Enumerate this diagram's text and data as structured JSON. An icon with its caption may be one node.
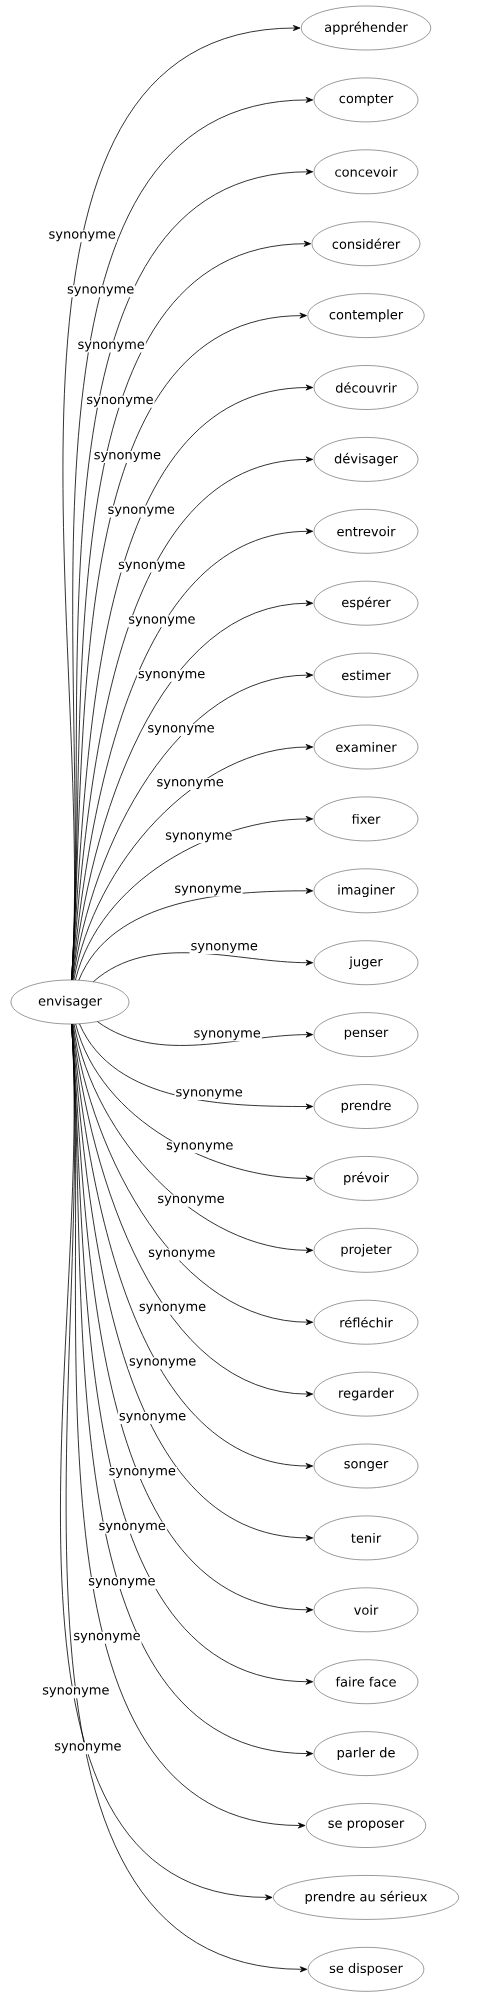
{
  "diagram": {
    "nodes": [
      {
        "text": [
          "envisager"
        ]
      },
      {
        "text": [
          "appréhender"
        ]
      },
      {
        "text": [
          "compter"
        ]
      },
      {
        "text": [
          "concevoir"
        ]
      },
      {
        "text": [
          "considérer"
        ]
      },
      {
        "text": [
          "contempler"
        ]
      },
      {
        "text": [
          "découvrir"
        ]
      },
      {
        "text": [
          "dévisager"
        ]
      },
      {
        "text": [
          "entrevoir"
        ]
      },
      {
        "text": [
          "espérer"
        ]
      },
      {
        "text": [
          "estimer"
        ]
      },
      {
        "text": [
          "examiner"
        ]
      },
      {
        "text": [
          "fixer"
        ]
      },
      {
        "text": [
          "imaginer"
        ]
      },
      {
        "text": [
          "juger"
        ]
      },
      {
        "text": [
          "penser"
        ]
      },
      {
        "text": [
          "prendre"
        ]
      },
      {
        "text": [
          "prévoir"
        ]
      },
      {
        "text": [
          "projeter"
        ]
      },
      {
        "text": [
          "réfléchir"
        ]
      },
      {
        "text": [
          "regarder"
        ]
      },
      {
        "text": [
          "songer"
        ]
      },
      {
        "text": [
          "tenir"
        ]
      },
      {
        "text": [
          "voir"
        ]
      },
      {
        "text": [
          "faire face"
        ]
      },
      {
        "text": [
          "parler de"
        ]
      },
      {
        "text": [
          "se proposer"
        ]
      },
      {
        "text": [
          "prendre au sérieux"
        ]
      },
      {
        "text": [
          "se disposer"
        ]
      }
    ],
    "edges": [
      {
        "from": 0,
        "to": 1,
        "arrow": "to",
        "label": "synonyme"
      },
      {
        "from": 0,
        "to": 2,
        "arrow": "to",
        "label": "synonyme"
      },
      {
        "from": 0,
        "to": 3,
        "arrow": "to",
        "label": "synonyme"
      },
      {
        "from": 0,
        "to": 4,
        "arrow": "to",
        "label": "synonyme"
      },
      {
        "from": 0,
        "to": 5,
        "arrow": "to",
        "label": "synonyme"
      },
      {
        "from": 0,
        "to": 6,
        "arrow": "to",
        "label": "synonyme"
      },
      {
        "from": 0,
        "to": 7,
        "arrow": "to",
        "label": "synonyme"
      },
      {
        "from": 0,
        "to": 8,
        "arrow": "to",
        "label": "synonyme"
      },
      {
        "from": 0,
        "to": 9,
        "arrow": "to",
        "label": "synonyme"
      },
      {
        "from": 0,
        "to": 10,
        "arrow": "to",
        "label": "synonyme"
      },
      {
        "from": 0,
        "to": 11,
        "arrow": "to",
        "label": "synonyme"
      },
      {
        "from": 0,
        "to": 12,
        "arrow": "to",
        "label": "synonyme"
      },
      {
        "from": 0,
        "to": 13,
        "arrow": "to",
        "label": "synonyme"
      },
      {
        "from": 0,
        "to": 14,
        "arrow": "to",
        "label": "synonyme"
      },
      {
        "from": 0,
        "to": 15,
        "arrow": "to",
        "label": "synonyme"
      },
      {
        "from": 0,
        "to": 16,
        "arrow": "to",
        "label": "synonyme"
      },
      {
        "from": 0,
        "to": 17,
        "arrow": "to",
        "label": "synonyme"
      },
      {
        "from": 0,
        "to": 18,
        "arrow": "to",
        "label": "synonyme"
      },
      {
        "from": 0,
        "to": 19,
        "arrow": "to",
        "label": "synonyme"
      },
      {
        "from": 0,
        "to": 20,
        "arrow": "to",
        "label": "synonyme"
      },
      {
        "from": 0,
        "to": 21,
        "arrow": "to",
        "label": "synonyme"
      },
      {
        "from": 0,
        "to": 22,
        "arrow": "to",
        "label": "synonyme"
      },
      {
        "from": 0,
        "to": 23,
        "arrow": "to",
        "label": "synonyme"
      },
      {
        "from": 0,
        "to": 24,
        "arrow": "to",
        "label": "synonyme"
      },
      {
        "from": 0,
        "to": 25,
        "arrow": "to",
        "label": "synonyme"
      },
      {
        "from": 0,
        "to": 26,
        "arrow": "to",
        "label": "synonyme"
      },
      {
        "from": 0,
        "to": 27,
        "arrow": "to",
        "label": "synonyme"
      },
      {
        "from": 0,
        "to": 28,
        "arrow": "to",
        "label": "synonyme"
      }
    ]
  }
}
